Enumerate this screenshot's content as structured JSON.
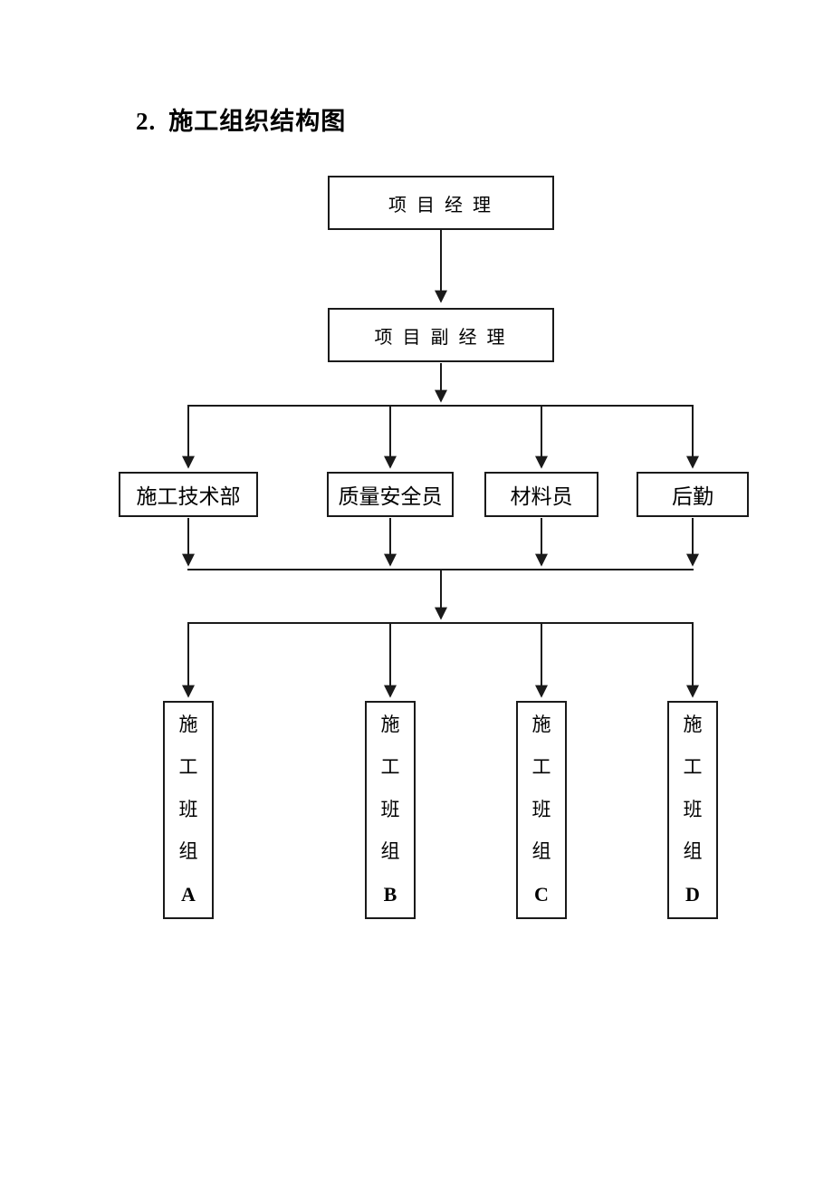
{
  "title": {
    "number": "2.",
    "text": "施工组织结构图"
  },
  "org": {
    "root_label": "项 目 经 理",
    "deputy_label": "项 目 副 经 理",
    "departments": [
      "施工技术部",
      "质量安全员",
      "材料员",
      "后勤"
    ],
    "teams": [
      {
        "chars": [
          "施",
          "工",
          "班",
          "组",
          "A"
        ]
      },
      {
        "chars": [
          "施",
          "工",
          "班",
          "组",
          "B"
        ]
      },
      {
        "chars": [
          "施",
          "工",
          "班",
          "组",
          "C"
        ]
      },
      {
        "chars": [
          "施",
          "工",
          "班",
          "组",
          "D"
        ]
      }
    ]
  },
  "colors": {
    "line": "#1a1a1a",
    "box_border": "#1a1a1a",
    "background": "#ffffff",
    "text": "#000000"
  }
}
